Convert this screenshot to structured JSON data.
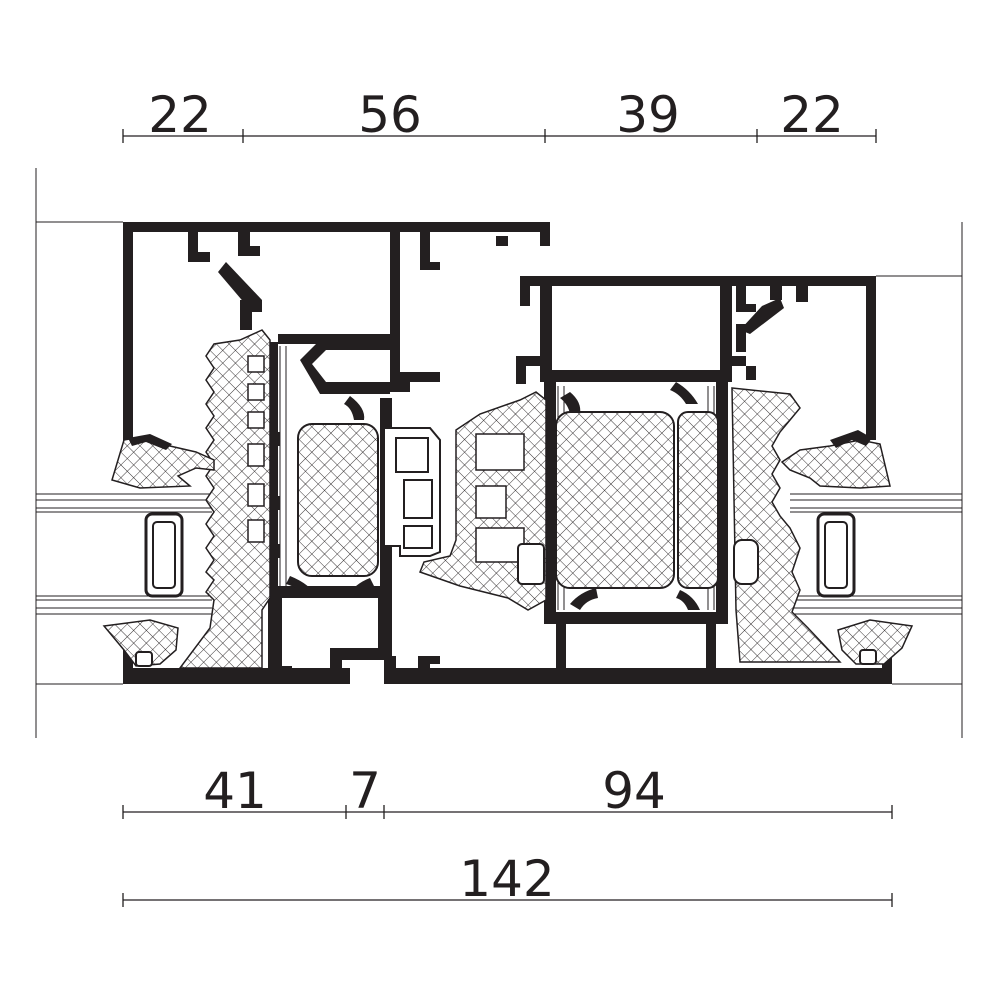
{
  "dimensions": {
    "top": [
      "22",
      "56",
      "39",
      "22"
    ],
    "bottom": [
      "41",
      "7",
      "94"
    ],
    "total": "142"
  }
}
